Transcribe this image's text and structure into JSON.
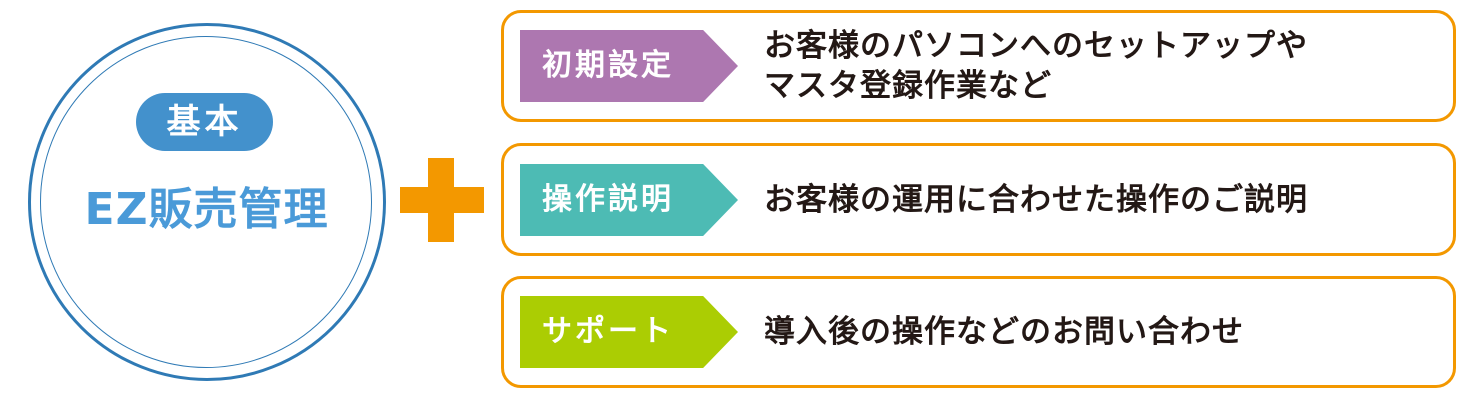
{
  "base": {
    "badge": "基本",
    "product": "EZ販売管理"
  },
  "plus_icon": "plus-icon",
  "colors": {
    "circle": "#2f7ab5",
    "badge": "#4391cc",
    "accent": "#f39800",
    "tag_setup": "#ad77b0",
    "tag_instruction": "#4dbbb4",
    "tag_support": "#abcd03"
  },
  "services": [
    {
      "tag": "初期設定",
      "lines": [
        "お客様のパソコンへのセットアップや",
        "マスタ登録作業など"
      ]
    },
    {
      "tag": "操作説明",
      "lines": [
        "お客様の運用に合わせた操作のご説明"
      ]
    },
    {
      "tag": "サポート",
      "lines": [
        "導入後の操作などのお問い合わせ"
      ]
    }
  ]
}
